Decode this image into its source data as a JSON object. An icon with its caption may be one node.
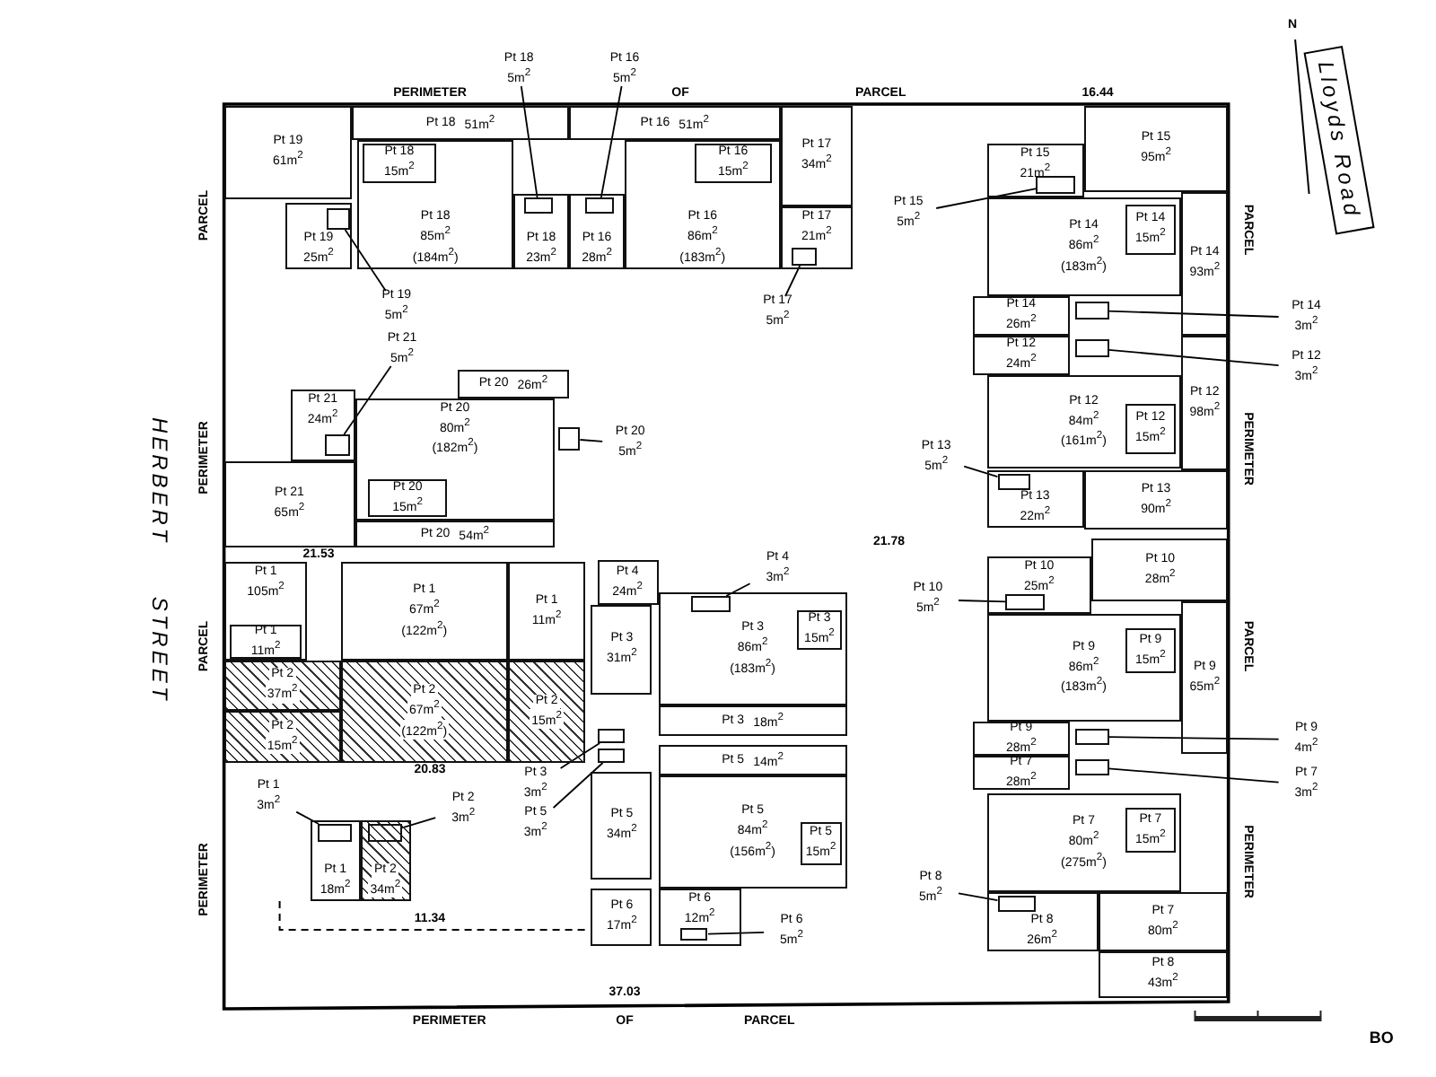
{
  "diagram": {
    "nodes": [
      {
        "text": [
          "Pt 19",
          "61m$^{2}$"
        ]
      },
      {
        "text": [
          "Pt 18",
          "51m$^{2}$"
        ]
      },
      {
        "text": [
          "Pt 18",
          "85m$^{2}$",
          "(184m$^{2}$)"
        ]
      },
      {
        "text": [
          "Pt 18",
          "15m$^{2}$"
        ],
        "in": 2
      },
      {
        "text": [
          "Pt 19",
          "25m$^{2}$"
        ]
      },
      {
        "text": [],
        "shape": "box",
        "in": 4
      },
      {
        "text": [
          "Pt 18",
          "23m$^{2}$"
        ]
      },
      {
        "text": [],
        "shape": "box",
        "in": 6
      },
      {
        "text": [
          "Pt 16",
          "28m$^{2}$"
        ]
      },
      {
        "text": [],
        "shape": "box",
        "in": 8
      },
      {
        "text": [
          "Pt 16",
          "51m$^{2}$"
        ]
      },
      {
        "text": [
          "Pt 16",
          "86m$^{2}$",
          "(183m$^{2}$)"
        ]
      },
      {
        "text": [
          "Pt 16",
          "15m$^{2}$"
        ],
        "in": 11
      },
      {
        "text": [
          "Pt 17",
          "34m$^{2}$"
        ]
      },
      {
        "text": [
          "Pt 17",
          "21m$^{2}$"
        ]
      },
      {
        "text": [],
        "shape": "box",
        "in": 14
      },
      {
        "text": [
          "Pt 18",
          "5m$^{2}$"
        ]
      },
      {
        "text": [
          "Pt 16",
          "5m$^{2}$"
        ]
      },
      {
        "text": [
          "Pt 19",
          "5m$^{2}$"
        ]
      },
      {
        "text": [
          "Pt 17",
          "5m$^{2}$"
        ]
      },
      {
        "text": [
          "Pt 15",
          "95m$^{2}$"
        ]
      },
      {
        "text": [
          "Pt 15",
          "21m$^{2}$"
        ]
      },
      {
        "text": [],
        "shape": "box",
        "in": 21
      },
      {
        "text": [
          "Pt 14",
          "86m$^{2}$",
          "(183m$^{2}$)"
        ]
      },
      {
        "text": [
          "Pt 14",
          "15m$^{2}$"
        ],
        "in": 23
      },
      {
        "text": [
          "Pt 14",
          "93m$^{2}$"
        ]
      },
      {
        "text": [
          "Pt 14",
          "26m$^{2}$"
        ]
      },
      {
        "text": [],
        "shape": "box"
      },
      {
        "text": [],
        "shape": "box"
      },
      {
        "text": [
          "Pt 12",
          "24m$^{2}$"
        ]
      },
      {
        "text": [
          "Pt 12",
          "84m$^{2}$",
          "(161m$^{2}$)"
        ]
      },
      {
        "text": [
          "Pt 12",
          "15m$^{2}$"
        ],
        "in": 30
      },
      {
        "text": [
          "Pt 12",
          "98m$^{2}$"
        ]
      },
      {
        "text": [
          "Pt 13",
          "22m$^{2}$"
        ]
      },
      {
        "text": [],
        "shape": "box",
        "in": 33
      },
      {
        "text": [
          "Pt 13",
          "90m$^{2}$"
        ]
      },
      {
        "text": [
          "Pt 15",
          "5m$^{2}$"
        ]
      },
      {
        "text": [
          "Pt 14",
          "3m$^{2}$"
        ]
      },
      {
        "text": [
          "Pt 12",
          "3m$^{2}$"
        ]
      },
      {
        "text": [
          "Pt 13",
          "5m$^{2}$"
        ]
      },
      {
        "text": [
          "Pt 21",
          "24m$^{2}$"
        ]
      },
      {
        "text": [],
        "shape": "box",
        "in": 40
      },
      {
        "text": [
          "Pt 20",
          "80m$^{2}$",
          "(182m$^{2}$)"
        ]
      },
      {
        "text": [
          "Pt 20",
          "15m$^{2}$"
        ],
        "in": 42
      },
      {
        "text": [
          "Pt 20",
          "26m$^{2}$"
        ]
      },
      {
        "text": [],
        "shape": "box"
      },
      {
        "text": [
          "Pt 21",
          "65m$^{2}$"
        ]
      },
      {
        "text": [
          "Pt 20",
          "54m$^{2}$"
        ]
      },
      {
        "text": [
          "Pt 21",
          "5m$^{2}$"
        ]
      },
      {
        "text": [
          "Pt 20",
          "5m$^{2}$"
        ]
      },
      {
        "text": [
          "Pt 1",
          "105m$^{2}$"
        ]
      },
      {
        "text": [
          "Pt 1",
          "11m$^{2}$"
        ],
        "in": 50
      },
      {
        "text": [
          "Pt 1",
          "67m$^{2}$",
          "(122m$^{2}$)"
        ]
      },
      {
        "text": [
          "Pt 1",
          "11m$^{2}$"
        ]
      },
      {
        "text": [
          "Pt 2",
          "37m$^{2}$"
        ]
      },
      {
        "text": [
          "Pt 2",
          "15m$^{2}$"
        ]
      },
      {
        "text": [
          "Pt 2",
          "67m$^{2}$",
          "(122m$^{2}$)"
        ]
      },
      {
        "text": [
          "Pt 2",
          "15m$^{2}$"
        ]
      },
      {
        "text": [
          "Pt 1",
          "18m$^{2}$"
        ]
      },
      {
        "text": [],
        "shape": "box",
        "in": 58
      },
      {
        "text": [
          "Pt 2",
          "34m$^{2}$"
        ]
      },
      {
        "text": [],
        "shape": "box",
        "in": 60
      },
      {
        "text": [
          "Pt 1",
          "3m$^{2}$"
        ]
      },
      {
        "text": [
          "Pt 2",
          "3m$^{2}$"
        ]
      },
      {
        "text": [
          "Pt 4",
          "24m$^{2}$"
        ]
      },
      {
        "text": [
          "Pt 3",
          "31m$^{2}$"
        ]
      },
      {
        "text": [
          "Pt 3",
          "86m$^{2}$",
          "(183m$^{2}$)"
        ]
      },
      {
        "text": [],
        "shape": "box",
        "in": 66
      },
      {
        "text": [
          "Pt 3",
          "15m$^{2}$"
        ],
        "in": 66
      },
      {
        "text": [
          "Pt 3",
          "18m$^{2}$"
        ]
      },
      {
        "text": [],
        "shape": "box"
      },
      {
        "text": [],
        "shape": "box"
      },
      {
        "text": [
          "Pt 5",
          "14m$^{2}$"
        ]
      },
      {
        "text": [
          "Pt 5",
          "84m$^{2}$",
          "(156m$^{2}$)"
        ]
      },
      {
        "text": [
          "Pt 5",
          "15m$^{2}$"
        ],
        "in": 73
      },
      {
        "text": [
          "Pt 5",
          "34m$^{2}$"
        ]
      },
      {
        "text": [
          "Pt 6",
          "17m$^{2}$"
        ]
      },
      {
        "text": [
          "Pt 6",
          "12m$^{2}$"
        ]
      },
      {
        "text": [],
        "shape": "box",
        "in": 77
      },
      {
        "text": [
          "Pt 4",
          "3m$^{2}$"
        ]
      },
      {
        "text": [
          "Pt 3",
          "3m$^{2}$"
        ]
      },
      {
        "text": [
          "Pt 5",
          "3m$^{2}$"
        ]
      },
      {
        "text": [
          "Pt 6",
          "5m$^{2}$"
        ]
      },
      {
        "text": [
          "Pt 10",
          "25m$^{2}$"
        ]
      },
      {
        "text": [],
        "shape": "box",
        "in": 83
      },
      {
        "text": [
          "Pt 10",
          "28m$^{2}$"
        ]
      },
      {
        "text": [
          "Pt 9",
          "86m$^{2}$",
          "(183m$^{2}$)"
        ]
      },
      {
        "text": [
          "Pt 9",
          "15m$^{2}$"
        ],
        "in": 86
      },
      {
        "text": [
          "Pt 9",
          "65m$^{2}$"
        ]
      },
      {
        "text": [
          "Pt 9",
          "28m$^{2}$"
        ]
      },
      {
        "text": [
          "Pt 7",
          "28m$^{2}$"
        ]
      },
      {
        "text": [],
        "shape": "box"
      },
      {
        "text": [],
        "shape": "box"
      },
      {
        "text": [
          "Pt 7",
          "80m$^{2}$",
          "(275m$^{2}$)"
        ]
      },
      {
        "text": [
          "Pt 7",
          "15m$^{2}$"
        ],
        "in": 93
      },
      {
        "text": [
          "Pt 7",
          "80m$^{2}$"
        ]
      },
      {
        "text": [
          "Pt 8",
          "26m$^{2}$"
        ]
      },
      {
        "text": [],
        "shape": "box",
        "in": 96
      },
      {
        "text": [
          "Pt 8",
          "43m$^{2}$"
        ]
      },
      {
        "text": [
          "Pt 10",
          "5m$^{2}$"
        ]
      },
      {
        "text": [
          "Pt 9",
          "4m$^{2}$"
        ]
      },
      {
        "text": [
          "Pt 7",
          "3m$^{2}$"
        ]
      },
      {
        "text": [
          "Pt 8",
          "5m$^{2}$"
        ]
      }
    ],
    "edges": [
      {
        "from": 16,
        "to": 7,
        "arrow": "none"
      },
      {
        "from": 17,
        "to": 9,
        "arrow": "none"
      },
      {
        "from": 18,
        "to": 5,
        "arrow": "none"
      },
      {
        "from": 19,
        "to": 15,
        "arrow": "none"
      },
      {
        "from": 36,
        "to": 22,
        "arrow": "none"
      },
      {
        "from": 37,
        "to": 27,
        "arrow": "none"
      },
      {
        "from": 38,
        "to": 28,
        "arrow": "none"
      },
      {
        "from": 39,
        "to": 34,
        "arrow": "none"
      },
      {
        "from": 48,
        "to": 41,
        "arrow": "none"
      },
      {
        "from": 49,
        "to": 45,
        "arrow": "none"
      },
      {
        "from": 62,
        "to": 59,
        "arrow": "none"
      },
      {
        "from": 63,
        "to": 61,
        "arrow": "none"
      },
      {
        "from": 79,
        "to": 67,
        "arrow": "none"
      },
      {
        "from": 80,
        "to": 70,
        "arrow": "none"
      },
      {
        "from": 81,
        "to": 71,
        "arrow": "none"
      },
      {
        "from": 82,
        "to": 78,
        "arrow": "none"
      },
      {
        "from": 99,
        "to": 84,
        "arrow": "none"
      },
      {
        "from": 100,
        "to": 91,
        "arrow": "none"
      },
      {
        "from": 101,
        "to": 92,
        "arrow": "none"
      },
      {
        "from": 102,
        "to": 97,
        "arrow": "none"
      }
    ],
    "labels": [
      "N",
      "Lloyds Road",
      "PERIMETER",
      "OF",
      "PARCEL",
      "16.44",
      "PARCEL",
      "PARCEL",
      "HERBERT",
      "PERIMETER",
      "PERIMETER",
      "21.53",
      "21.78",
      "PARCEL",
      "STREET",
      "PARCEL",
      "20.83",
      "PERIMETER",
      "PERIMETER",
      "11.34",
      "37.03",
      "PERIMETER",
      "OF",
      "PARCEL",
      "BO"
    ]
  }
}
